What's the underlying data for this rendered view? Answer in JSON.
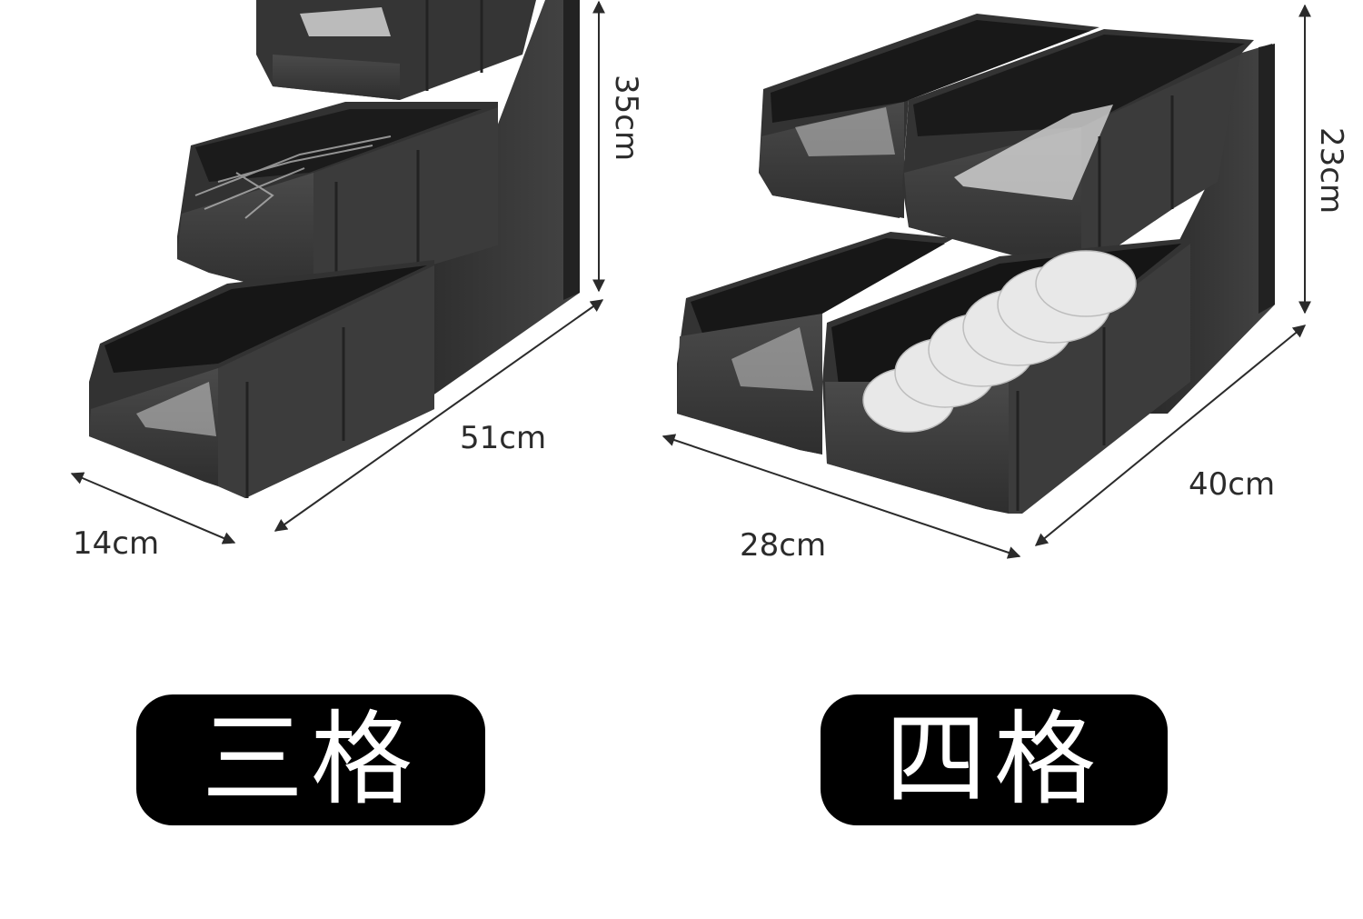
{
  "products": {
    "three_tier": {
      "label": "三格",
      "dimensions": {
        "height": "35cm",
        "length": "51cm",
        "width": "14cm"
      }
    },
    "four_compartment": {
      "label": "四格",
      "dimensions": {
        "height": "23cm",
        "depth": "40cm",
        "width": "28cm"
      }
    }
  },
  "colors": {
    "organizer_body": "#3a3a3a",
    "organizer_dark": "#1e1e1e",
    "badge_background": "#000000",
    "badge_text": "#ffffff",
    "dimension_line": "#2b2b2b"
  }
}
